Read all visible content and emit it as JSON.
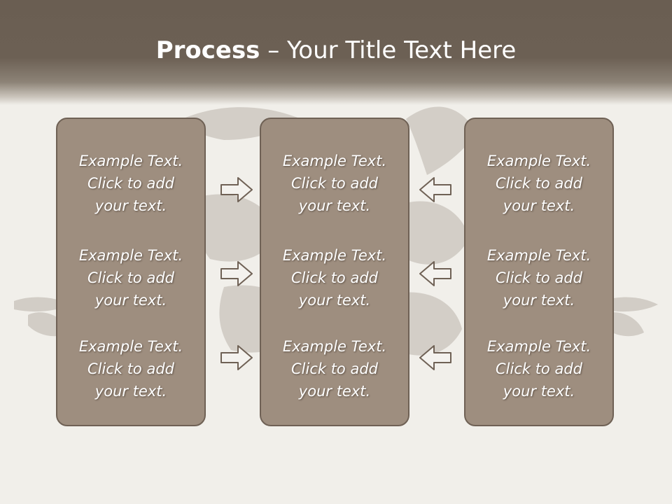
{
  "slide": {
    "title_bold": "Process",
    "title_rest": " – Your Title Text Here"
  },
  "panels": [
    {
      "items": [
        "Example Text.\nClick  to add\nyour text.",
        "Example Text.\nClick  to add\nyour text.",
        "Example Text.\nClick  to add\nyour text."
      ]
    },
    {
      "items": [
        "Example Text.\nClick  to add\nyour text.",
        "Example Text.\nClick  to add\nyour text.",
        "Example Text.\nClick  to add\nyour text."
      ]
    },
    {
      "items": [
        "Example Text.\nClick  to add\nyour text.",
        "Example Text.\nClick  to add\nyour text.",
        "Example Text.\nClick  to add\nyour text."
      ]
    }
  ],
  "arrows": {
    "left_column": [
      "right-arrow-icon",
      "right-arrow-icon",
      "right-arrow-icon"
    ],
    "right_column": [
      "left-arrow-icon",
      "left-arrow-icon",
      "left-arrow-icon"
    ]
  },
  "colors": {
    "header": "#6a5e52",
    "background": "#f1efea",
    "panel_fill": "#9e8e7f",
    "panel_border": "#6f6155",
    "text": "#ffffff",
    "arrow_stroke": "#6f6155"
  }
}
